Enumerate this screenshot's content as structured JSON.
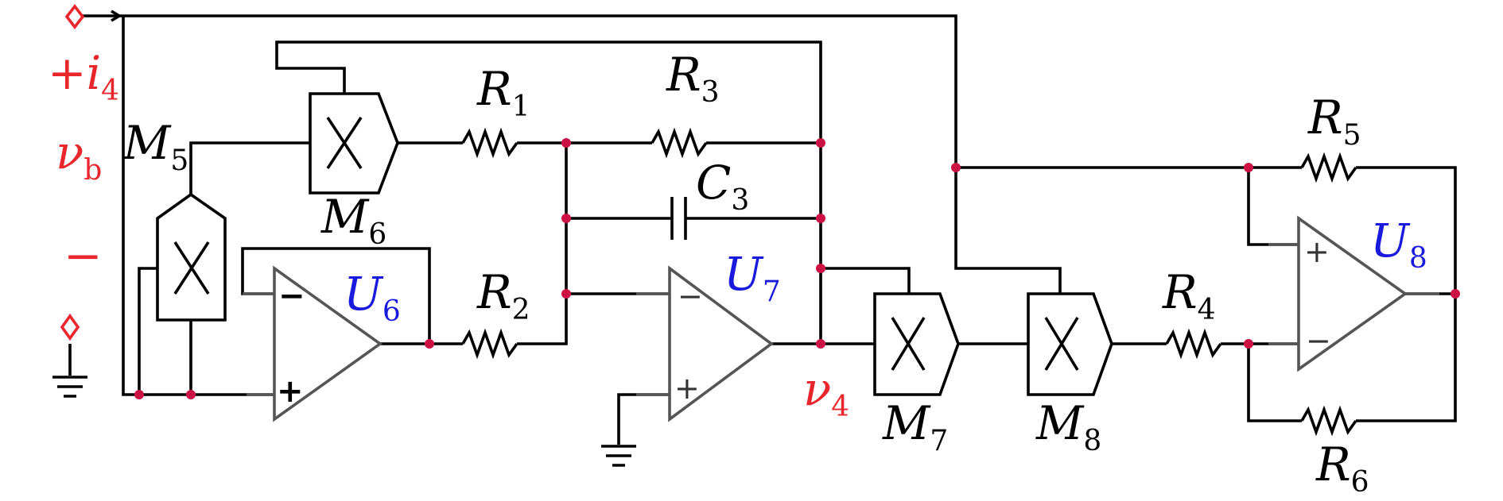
{
  "labels": {
    "r1": {
      "main": "R",
      "sub": "1"
    },
    "r2": {
      "main": "R",
      "sub": "2"
    },
    "r3": {
      "main": "R",
      "sub": "3"
    },
    "r4": {
      "main": "R",
      "sub": "4"
    },
    "r5": {
      "main": "R",
      "sub": "5"
    },
    "r6": {
      "main": "R",
      "sub": "6"
    },
    "c3": {
      "main": "C",
      "sub": "3"
    },
    "m5": {
      "main": "M",
      "sub": "5"
    },
    "m6": {
      "main": "M",
      "sub": "6"
    },
    "m7": {
      "main": "M",
      "sub": "7"
    },
    "m8": {
      "main": "M",
      "sub": "8"
    },
    "u6": {
      "main": "U",
      "sub": "6"
    },
    "u7": {
      "main": "U",
      "sub": "7"
    },
    "u8": {
      "main": "U",
      "sub": "8"
    }
  },
  "port_labels": {
    "current": {
      "main": "+i",
      "sub": "4"
    },
    "vb": {
      "main": "ν",
      "sub": "b"
    },
    "minus": "−",
    "v4": {
      "main": "ν",
      "sub": "4"
    }
  },
  "opamp_signs": {
    "u6": {
      "minus": "−",
      "plus": "+"
    },
    "u7": {
      "minus": "−",
      "plus": "+"
    },
    "u8": {
      "plus": "+",
      "minus": "−"
    }
  },
  "multiplier_symbol": "X",
  "colors": {
    "wire": "#000000",
    "opamp": "#555555",
    "node_dot": "#cc1144",
    "unit_label": "#1a1adf",
    "port_label": "#e8262b"
  }
}
